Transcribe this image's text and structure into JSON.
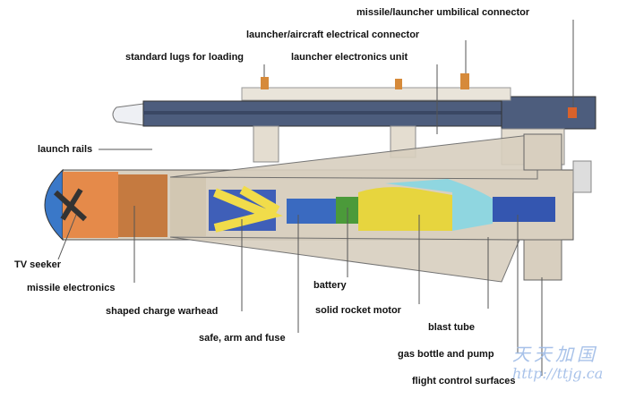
{
  "labels": {
    "umbilical": "missile/launcher umbilical connector",
    "electrical": "launcher/aircraft electrical connector",
    "lugs": "standard lugs for loading",
    "electronics_unit": "launcher electronics unit",
    "rails": "launch rails",
    "seeker": "TV seeker",
    "missile_electronics": "missile electronics",
    "warhead": "shaped charge warhead",
    "fuse": "safe, arm and fuse",
    "battery": "battery",
    "motor": "solid rocket motor",
    "blast_tube": "blast tube",
    "gas_bottle": "gas bottle and pump",
    "control_surfaces": "flight control surfaces"
  },
  "watermark": {
    "chinese": "天天加国",
    "url": "http://ttjg.ca"
  }
}
